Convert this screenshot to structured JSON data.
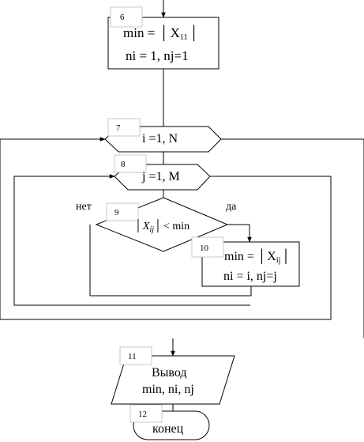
{
  "blocks": {
    "b6": {
      "num": "6",
      "line1_pre": "min = ",
      "line1_var": "X",
      "line1_sub": "11",
      "line2": "ni = 1, nj=1"
    },
    "b7": {
      "num": "7",
      "text": "i =1, N"
    },
    "b8": {
      "num": "8",
      "text": "j =1, M"
    },
    "b9": {
      "num": "9",
      "var": "X",
      "sub": "ij",
      "rest": "< min"
    },
    "b10": {
      "num": "10",
      "line1_pre": "min = ",
      "line1_var": "X",
      "line1_sub": "ij",
      "line2": "ni = i, nj=j"
    },
    "b11": {
      "num": "11",
      "line1": "Вывод",
      "line2": "min, ni, nj"
    },
    "b12": {
      "num": "12",
      "text": "конец"
    }
  },
  "labels": {
    "no": "нет",
    "yes": "да"
  }
}
